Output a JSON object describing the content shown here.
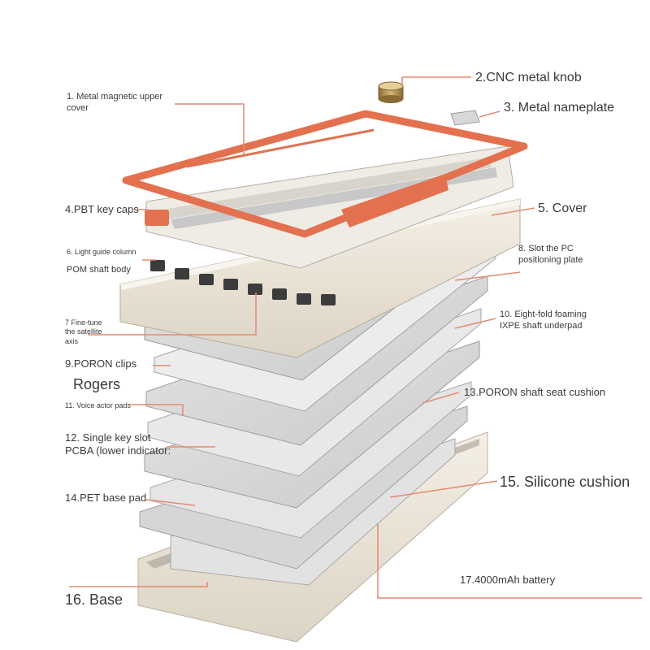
{
  "colors": {
    "accent": "#e3714f",
    "leader": "#e48a70",
    "plate": "#dcdcdc",
    "plate_edge": "#a9a9a9",
    "cream": "#efe9dd",
    "keycap_light": "#f1efe9",
    "keycap_gray": "#bdbdbd",
    "switch_dark": "#3c3c3c"
  },
  "labels": {
    "l1": "1. Metal magnetic upper cover",
    "l2": "2.CNC metal knob",
    "l3": "3. Metal nameplate",
    "l4": "4.PBT key caps",
    "l5": "5. Cover",
    "l6": "6. Light guide column",
    "l6b": "POM shaft body",
    "l7": "7 Fine-tune the satellite axis",
    "l8": "8. Slot the PC positioning plate",
    "l9": "9.PORON clips",
    "l9b": "Rogers",
    "l10": "10. Eight-fold foaming IXPE shaft underpad",
    "l11": "11. Voice actor pads",
    "l12": "12. Single key slot PCBA (lower indicator:",
    "l13": "13.PORON shaft seat cushion",
    "l14": "14.PET base pad",
    "l15": "15. Silicone cushion",
    "l16": "16. Base",
    "l17": "17.4000mAh battery"
  }
}
